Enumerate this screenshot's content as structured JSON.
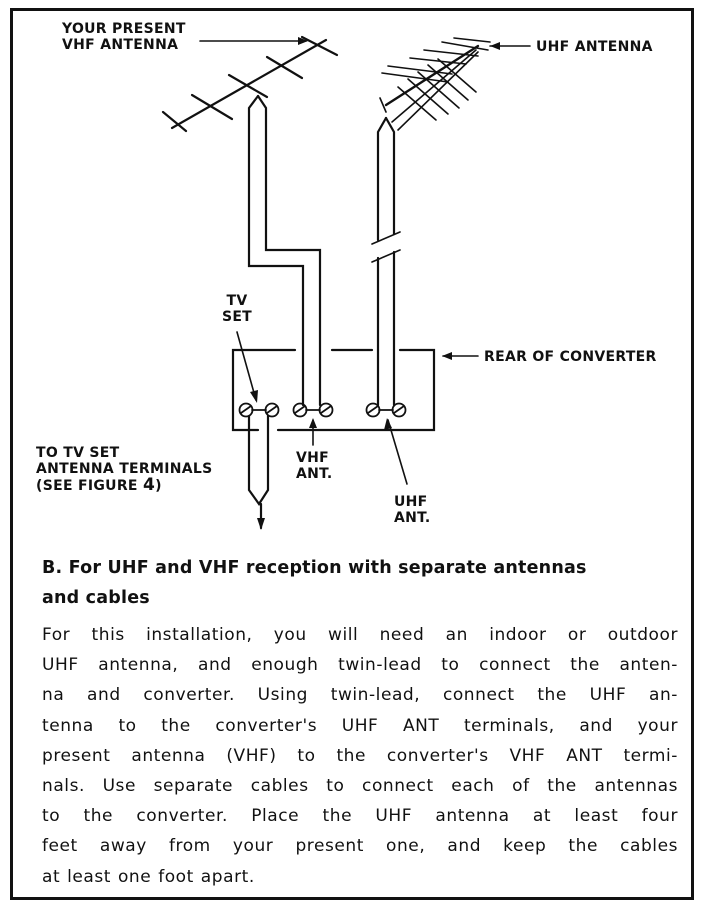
{
  "labels": {
    "vhf_antenna": [
      "YOUR PRESENT",
      "VHF ANTENNA"
    ],
    "uhf_antenna": "UHF ANTENNA",
    "tv_set": [
      "TV",
      "SET"
    ],
    "rear_of_converter": "REAR OF CONVERTER",
    "to_tv_set": [
      "TO TV SET",
      "ANTENNA TERMINALS",
      "(SEE FIGURE ",
      "4",
      ")"
    ],
    "vhf_ant": [
      "VHF",
      "ANT."
    ],
    "uhf_ant": [
      "UHF",
      "ANT."
    ]
  },
  "section": {
    "heading_line1": "B. For UHF and VHF reception with separate antennas",
    "heading_line2": "and cables",
    "body_lines": [
      "For this installation, you will need an indoor or outdoor",
      "UHF antenna, and enough twin-lead to connect the anten-",
      "na and converter. Using twin-lead, connect the UHF an-",
      "tenna to the converter's UHF ANT terminals, and your",
      "present antenna (VHF) to the converter's VHF ANT termi-",
      "nals. Use separate cables to connect each of the antennas",
      "to the converter. Place the UHF antenna at least four",
      "feet away from your present one, and keep the cables",
      "at least one foot apart."
    ]
  }
}
